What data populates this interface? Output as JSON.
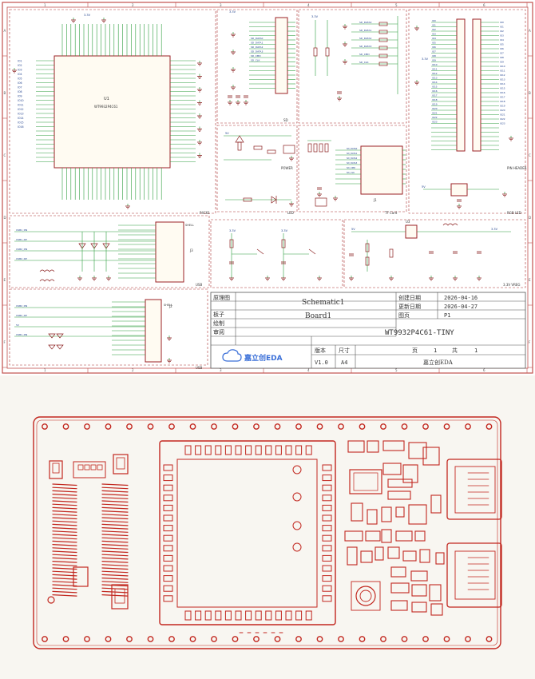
{
  "schematic": {
    "colors": {
      "frame": "#c0504d",
      "wire": "#2e9e3e",
      "pin": "#8a1f1f",
      "net": "#1a3c8a",
      "body": "#9b2226"
    },
    "title_block": {
      "label_sheet_type": "原理图",
      "sheet_name": "Schematic1",
      "label_created": "创建日期",
      "created": "2026-04-16",
      "label_updated": "更新日期",
      "updated": "2026-04-27",
      "label_page": "图页",
      "page": "P1",
      "label_board": "板子",
      "board": "Board1",
      "label_drawn": "绘制",
      "label_reviewed": "审阅",
      "project": "WT9932P4C61-TINY",
      "label_version": "版本",
      "version": "V1.0",
      "label_size": "尺寸",
      "size": "A4",
      "page_prefix": "页",
      "page_no": "1",
      "page_mid": "共",
      "page_total": "1",
      "logo_text": "嘉立创EDA",
      "company": "嘉立创EDA"
    },
    "row_labels": [
      "A",
      "B",
      "C",
      "D",
      "E",
      "F"
    ],
    "col_labels": [
      "1",
      "2",
      "3",
      "4",
      "5",
      "6"
    ],
    "section_labels": {
      "mcu": "P4C61",
      "sd": "SD",
      "power": "POWER",
      "led": "LED",
      "tf": "TF Card",
      "header": "PIN HEADER",
      "rgb": "RGB LED",
      "usb": "USB",
      "usb2": "USB",
      "vreg": "3.3V VREG"
    },
    "parts": {
      "mcu": "WT9932P4C61",
      "u1": "U1",
      "j2": "J2",
      "j3": "J3",
      "j1": "J1",
      "u3": "U3",
      "shell": "SHELL",
      "gnd": "GND",
      "v33": "3.3V",
      "v5": "5V"
    },
    "nets_left": [
      "IO1",
      "IO2",
      "IO3",
      "IO4",
      "IO5",
      "IO6",
      "IO7",
      "IO8",
      "IO9",
      "IO10",
      "IO11",
      "IO12",
      "IO13",
      "IO14",
      "IO15",
      "IO16"
    ],
    "nets_header": [
      "IO0",
      "IO1",
      "IO2",
      "IO3",
      "IO4",
      "IO5",
      "IO6",
      "IO7",
      "IO8",
      "IO9",
      "IO10",
      "IO11",
      "IO12",
      "IO13",
      "IO14",
      "IO15",
      "IO16",
      "IO17",
      "IO18",
      "IO19",
      "IO20",
      "IO21",
      "IO22",
      "IO23"
    ],
    "nets_sd": [
      "SD_DATA0",
      "SD_DATA1",
      "SD_DATA2",
      "SD_DATA3",
      "SD_CMD",
      "SD_CLK"
    ],
    "nets_usb": [
      "USB1_DN",
      "USB1_DP",
      "USB2_DN",
      "USB2_DP",
      "5V"
    ]
  },
  "pcb": {
    "colors": {
      "line": "#c2271f",
      "board_bg": "#f8f6f1"
    }
  }
}
